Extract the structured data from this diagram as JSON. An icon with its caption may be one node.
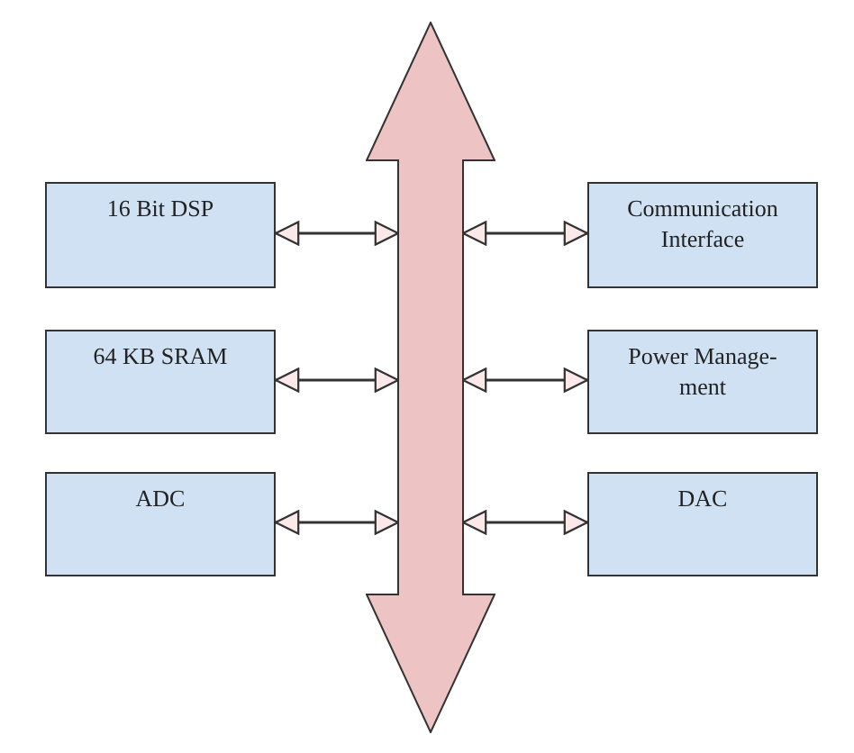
{
  "diagram": {
    "nodes": [
      {
        "text": [
          "16 Bit DSP"
        ]
      },
      {
        "text": [
          "Communication Interface"
        ]
      },
      {
        "text": [
          "64 KB SRAM"
        ]
      },
      {
        "text": [
          "Power Manage- ment"
        ]
      },
      {
        "text": [
          "ADC"
        ]
      },
      {
        "text": [
          "DAC"
        ]
      },
      {
        "text": [],
        "shape": "bar"
      }
    ],
    "edges": [
      {
        "from": 0,
        "to": 6,
        "arrow": "both"
      },
      {
        "from": 1,
        "to": 6,
        "arrow": "both"
      },
      {
        "from": 2,
        "to": 6,
        "arrow": "both"
      },
      {
        "from": 3,
        "to": 6,
        "arrow": "both"
      },
      {
        "from": 4,
        "to": 6,
        "arrow": "both"
      },
      {
        "from": 5,
        "to": 6,
        "arrow": "both"
      }
    ]
  }
}
